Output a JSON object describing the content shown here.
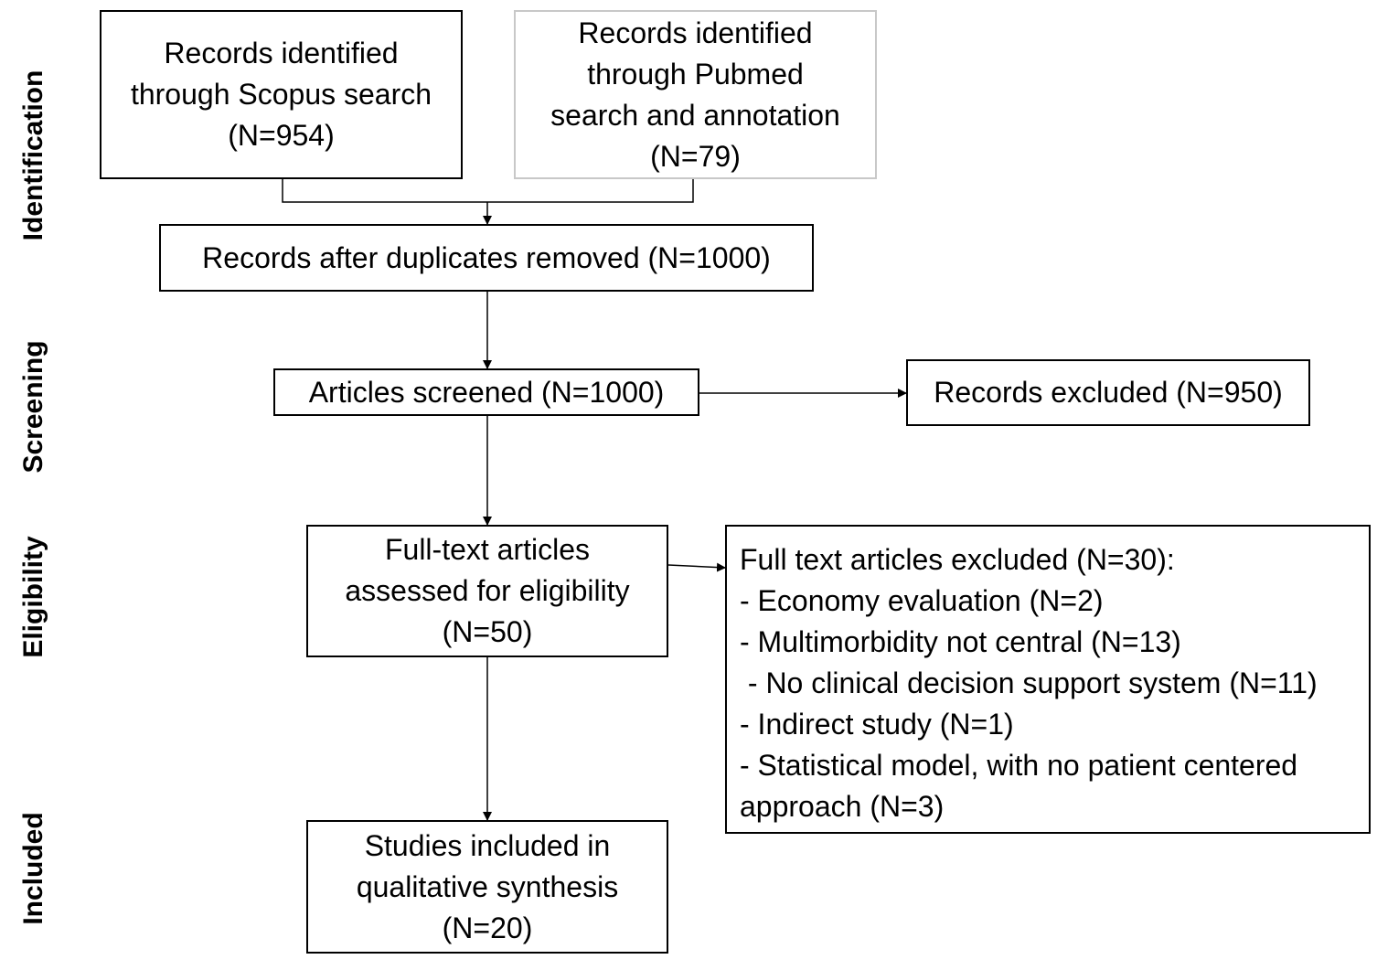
{
  "stages": {
    "identification": "Identification",
    "screening": "Screening",
    "eligibility": "Eligibility",
    "included": "Included"
  },
  "boxes": {
    "scopus": [
      "Records identified",
      "through Scopus search",
      "(N=954)"
    ],
    "pubmed": [
      "Records identified",
      "through Pubmed",
      "search and annotation",
      "(N=79)"
    ],
    "duplicates_removed": [
      "Records after duplicates removed (N=1000)"
    ],
    "screened": [
      "Articles screened (N=1000)"
    ],
    "records_excluded": [
      "Records excluded (N=950)"
    ],
    "full_text": [
      "Full-text articles",
      "assessed for eligibility",
      "(N=50)"
    ],
    "full_text_excluded": [
      "Full text articles excluded (N=30):",
      "- Economy evaluation (N=2)",
      "- Multimorbidity not central (N=13)",
      " - No clinical decision support system (N=11)",
      "- Indirect study (N=1)",
      "- Statistical model, with no patient centered",
      "approach (N=3)"
    ],
    "included_studies": [
      "Studies included in",
      "qualitative synthesis",
      "(N=20)"
    ]
  }
}
